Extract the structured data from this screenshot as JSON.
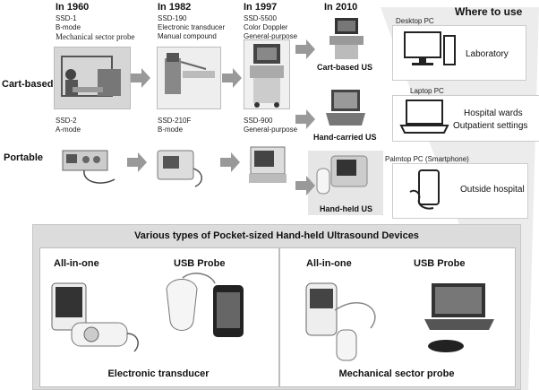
{
  "header": {
    "years": [
      "In 1960",
      "In 1982",
      "In 1997",
      "In 2010"
    ],
    "where_to_use": "Where to use"
  },
  "rows": {
    "cart": "Cart-based",
    "portable": "Portable"
  },
  "cart_devices": [
    {
      "model": "SSD-1",
      "mode": "B-mode",
      "probe": "Mechanical sector probe"
    },
    {
      "model": "SSD-190",
      "mode": "Electronic transducer",
      "probe": "Manual compound"
    },
    {
      "model": "SSD-5500",
      "mode": "Color Doppler",
      "probe": "General-purpose"
    }
  ],
  "portable_devices": [
    {
      "model": "SSD-2",
      "mode": "A-mode"
    },
    {
      "model": "SSD-210F",
      "mode": "B-mode"
    },
    {
      "model": "SSD-900",
      "mode": "General-purpose"
    }
  ],
  "modern": {
    "cart": "Cart-based US",
    "carried": "Hand-carried US",
    "held": "Hand-held US"
  },
  "usage": [
    {
      "device": "Desktop PC",
      "place": "Laboratory"
    },
    {
      "device": "Laptop PC",
      "place_1": "Hospital wards",
      "place_2": "Outpatient settings"
    },
    {
      "device": "Palmtop PC (Smartphone)",
      "place": "Outside hospital"
    }
  ],
  "pocket": {
    "title": "Various types of Pocket-sized Hand-held Ultrasound Devices",
    "left": {
      "all_in_one": "All-in-one",
      "usb_probe": "USB Probe",
      "caption": "Electronic transducer"
    },
    "right": {
      "all_in_one": "All-in-one",
      "usb_probe": "USB Probe",
      "caption": "Mechanical sector probe"
    }
  }
}
